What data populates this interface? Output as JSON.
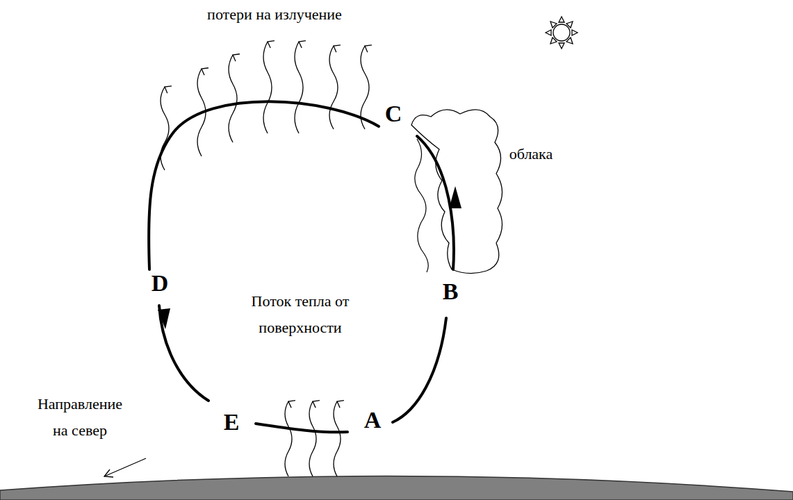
{
  "diagram": {
    "labels": [
      "потери на излучение",
      "C",
      "облака",
      "B",
      "D",
      "Поток тепла от поверхности",
      "Направление на север",
      "E",
      "A"
    ]
  }
}
